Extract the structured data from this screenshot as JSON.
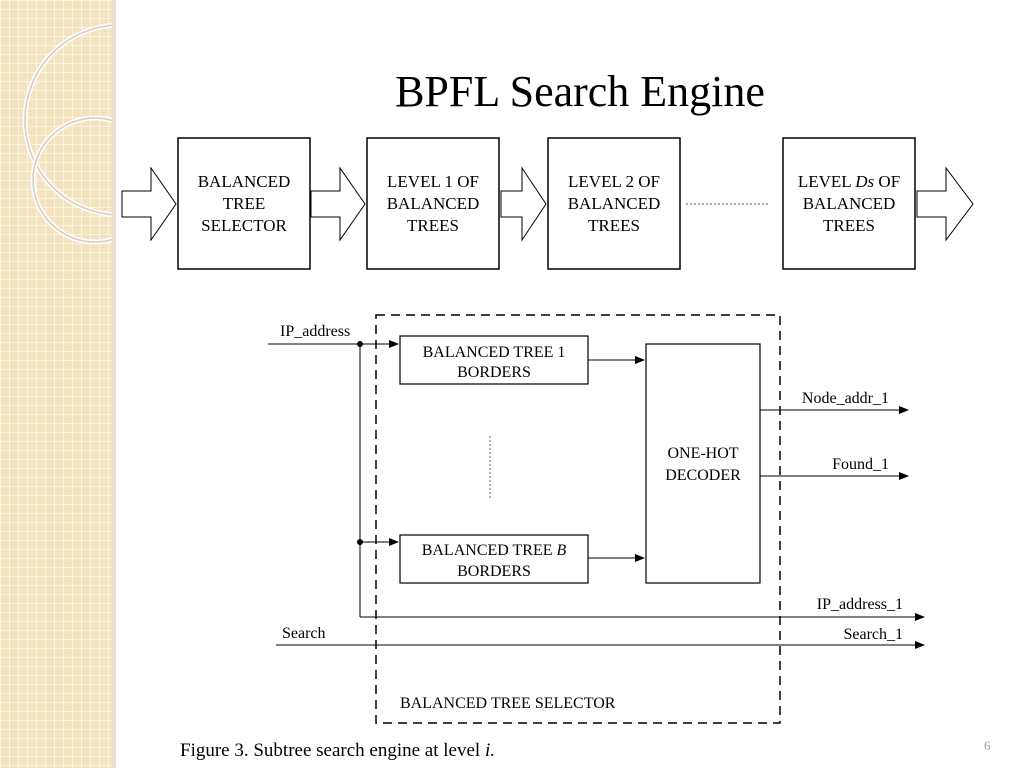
{
  "slide": {
    "title": "BPFL Search Engine",
    "caption_prefix": "Figure 3. Subtree search engine at level ",
    "caption_var": "i.",
    "page_number": "6"
  },
  "pipeline": {
    "box1": [
      "BALANCED",
      "TREE",
      "SELECTOR"
    ],
    "box2": [
      "LEVEL 1 OF",
      "BALANCED",
      "TREES"
    ],
    "box3": [
      "LEVEL 2 OF",
      "BALANCED",
      "TREES"
    ],
    "box4_line1_prefix": "LEVEL ",
    "box4_line1_var": "Ds",
    "box4_line1_suffix": " OF",
    "box4_rest": [
      "BALANCED",
      "TREES"
    ]
  },
  "selector": {
    "ip_address_in": "IP_address",
    "search_in": "Search",
    "bt1_line1": "BALANCED TREE 1",
    "bt1_line2": "BORDERS",
    "btb_line1_prefix": "BALANCED TREE ",
    "btb_line1_var": "B",
    "btb_line2": "BORDERS",
    "decoder_line1": "ONE-HOT",
    "decoder_line2": "DECODER",
    "node_addr_out": "Node_addr_1",
    "found_out": "Found_1",
    "ip_address_out": "IP_address_1",
    "search_out": "Search_1",
    "container_label": "BALANCED TREE SELECTOR"
  }
}
